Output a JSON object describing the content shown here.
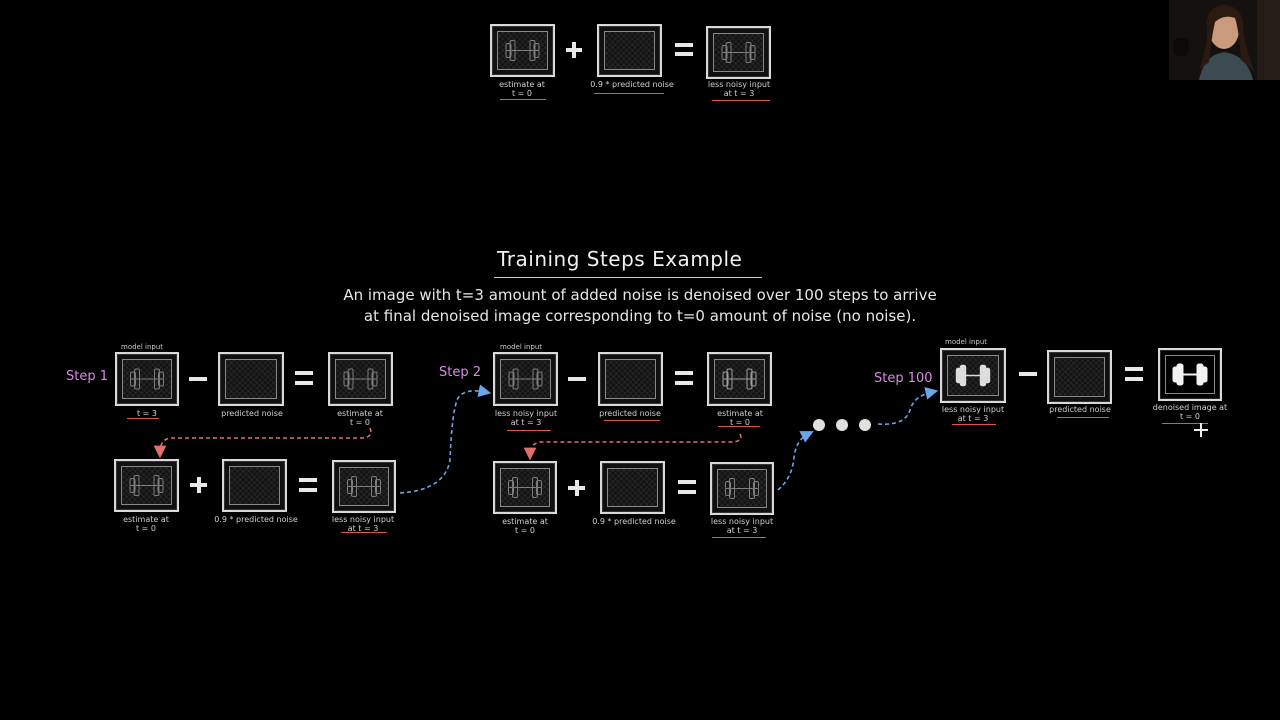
{
  "top_row": {
    "frame1_caption": [
      "estimate at",
      "t = 0"
    ],
    "frame2_caption": [
      "0.9 * predicted noise"
    ],
    "frame3_caption": [
      "less noisy input",
      "at t = 3"
    ]
  },
  "title": "Training Steps Example",
  "description": [
    "An image with t=3 amount of added noise is denoised over 100 steps to arrive",
    "at final denoised image corresponding to t=0 amount of noise (no noise)."
  ],
  "steps": {
    "step1": {
      "label": "Step 1",
      "model_input_label": "model input",
      "row1": {
        "a": "t = 3",
        "b": "predicted noise",
        "c": [
          "estimate at",
          "t = 0"
        ]
      },
      "row2": {
        "a": [
          "estimate at",
          "t = 0"
        ],
        "b": "0.9 * predicted noise",
        "c": [
          "less noisy input",
          "at t = 3"
        ]
      }
    },
    "step2": {
      "label": "Step 2",
      "model_input_label": "model input",
      "row1": {
        "a": [
          "less noisy input",
          "at t = 3"
        ],
        "b": "predicted noise",
        "c": [
          "estimate at",
          "t = 0"
        ]
      },
      "row2": {
        "a": [
          "estimate at",
          "t = 0"
        ],
        "b": "0.9 * predicted noise",
        "c": [
          "less noisy input",
          "at t = 3"
        ]
      }
    },
    "step100": {
      "label": "Step 100",
      "model_input_label": "model input",
      "row1": {
        "a": [
          "less noisy input",
          "at t = 3"
        ],
        "b": "predicted noise",
        "c": [
          "denoised image at",
          "t = 0"
        ]
      }
    }
  },
  "colors": {
    "underline": "#e0554f",
    "arrow_red": "#e0706a",
    "arrow_blue": "#6aa6e8",
    "step_label": "#d78be0"
  },
  "icons": [
    "plus-icon",
    "minus-icon",
    "equals-icon",
    "dumbbell-icon",
    "ellipsis-dots-icon",
    "webcam-presenter"
  ]
}
